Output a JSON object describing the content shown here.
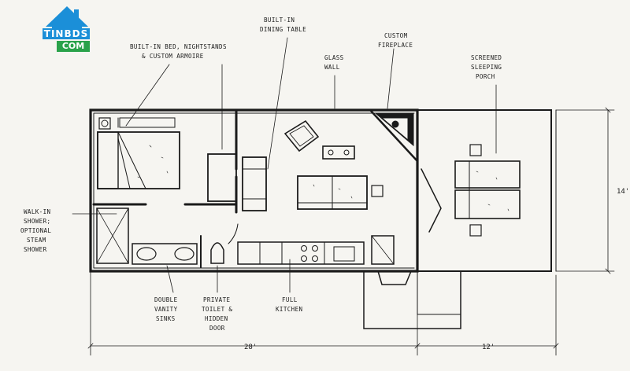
{
  "logo": {
    "line1": "TINBDS",
    "line2": "COM"
  },
  "labels": {
    "built_in_dining_table": [
      "BUILT-IN",
      "DINING TABLE"
    ],
    "built_in_bed": [
      "BUILT-IN BED, NIGHTSTANDS",
      "& CUSTOM ARMOIRE"
    ],
    "glass_wall": [
      "GLASS",
      "WALL"
    ],
    "custom_fireplace": [
      "CUSTOM",
      "FIREPLACE"
    ],
    "screened_porch": [
      "SCREENED",
      "SLEEPING",
      "PORCH"
    ],
    "walk_in_shower": [
      "WALK-IN",
      "SHOWER;",
      "OPTIONAL",
      "STEAM",
      "SHOWER"
    ],
    "double_vanity": [
      "DOUBLE",
      "VANITY",
      "SINKS"
    ],
    "private_toilet": [
      "PRIVATE",
      "TOILET &",
      "HIDDEN",
      "DOOR"
    ],
    "full_kitchen": [
      "FULL",
      "KITCHEN"
    ]
  },
  "dimensions": {
    "main_length": "28'",
    "porch_length": "12'",
    "depth": "14'"
  }
}
